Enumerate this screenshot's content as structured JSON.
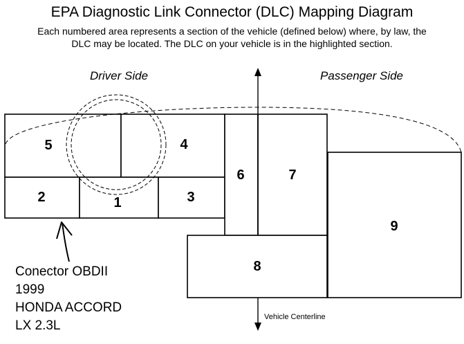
{
  "title": "EPA Diagnostic Link Connector (DLC) Mapping Diagram",
  "subtitle": [
    "Each numbered area represents a section of the vehicle (defined below) where, by law, the",
    "DLC may be located.  The DLC on your vehicle is in the highlighted section."
  ],
  "labels": {
    "driver_side": "Driver Side",
    "passenger_side": "Passenger Side",
    "vehicle_centerline": "Vehicle Centerline"
  },
  "sections": [
    {
      "id": "1",
      "label": "1",
      "highlighted": false
    },
    {
      "id": "2",
      "label": "2",
      "highlighted": true
    },
    {
      "id": "3",
      "label": "3",
      "highlighted": false
    },
    {
      "id": "4",
      "label": "4",
      "highlighted": false
    },
    {
      "id": "5",
      "label": "5",
      "highlighted": false
    },
    {
      "id": "6",
      "label": "6",
      "highlighted": false
    },
    {
      "id": "7",
      "label": "7",
      "highlighted": false
    },
    {
      "id": "8",
      "label": "8",
      "highlighted": false
    },
    {
      "id": "9",
      "label": "9",
      "highlighted": false
    }
  ],
  "colors": {
    "highlight": "#ffcc00",
    "outline": "#000000",
    "background": "#ffffff"
  },
  "annotation": {
    "lines": [
      "Conector OBDII",
      "1999",
      "HONDA ACCORD",
      "LX 2.3L"
    ]
  }
}
